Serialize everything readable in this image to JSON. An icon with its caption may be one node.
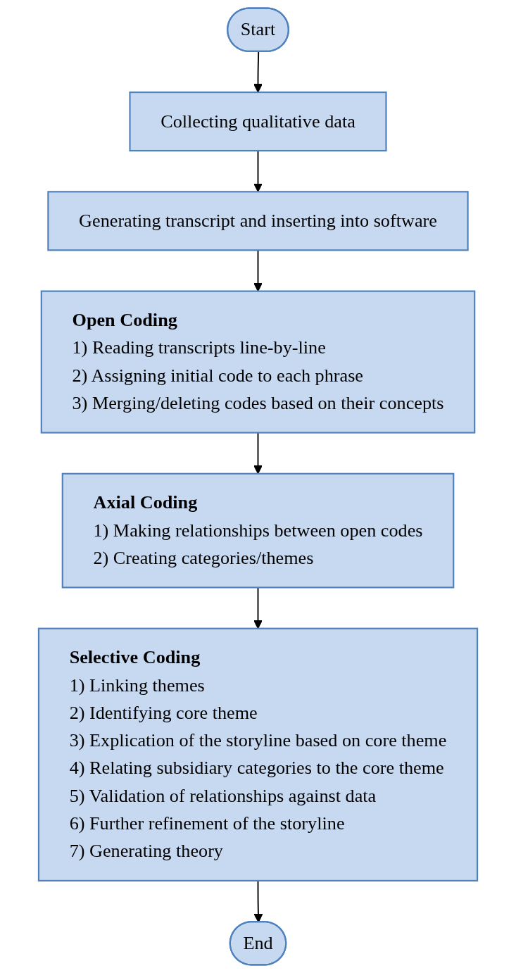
{
  "diagram": {
    "nodes": [
      {
        "text": [
          "Start"
        ]
      },
      {
        "text": [
          "Collecting qualitative data"
        ]
      },
      {
        "text": [
          "Generating transcript and inserting into software"
        ]
      },
      {
        "text": [
          "Open Coding",
          "1) Reading transcripts line-by-line",
          "2) Assigning initial code to each phrase",
          "3) Merging/deleting codes based on their concepts"
        ]
      },
      {
        "text": [
          "Axial Coding",
          "1) Making relationships between open codes",
          "2) Creating categories/themes"
        ]
      },
      {
        "text": [
          "Selective Coding",
          "1) Linking themes",
          "2) Identifying core theme",
          "3) Explication of the storyline based on core theme",
          "4) Relating subsidiary categories to the core theme",
          "5) Validation of relationships against data",
          "6) Further refinement of the storyline",
          "7) Generating theory"
        ]
      },
      {
        "text": [
          "End"
        ]
      }
    ],
    "edges": [
      {
        "from": 0,
        "to": 1,
        "arrow": "to"
      },
      {
        "from": 1,
        "to": 2,
        "arrow": "to"
      },
      {
        "from": 2,
        "to": 3,
        "arrow": "to"
      },
      {
        "from": 3,
        "to": 4,
        "arrow": "to"
      },
      {
        "from": 4,
        "to": 5,
        "arrow": "to"
      },
      {
        "from": 5,
        "to": 6,
        "arrow": "to"
      }
    ]
  }
}
